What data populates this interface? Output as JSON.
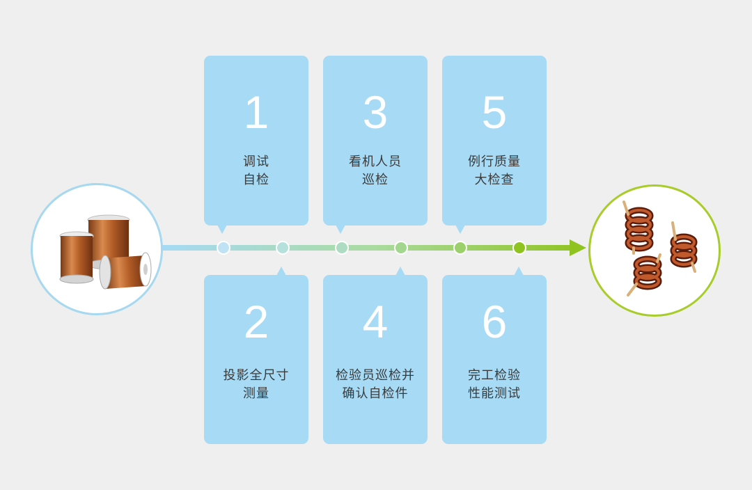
{
  "steps": [
    {
      "num": "1",
      "label": "调试\n自检"
    },
    {
      "num": "2",
      "label": "投影全尺寸\n测量"
    },
    {
      "num": "3",
      "label": "看机人员\n巡检"
    },
    {
      "num": "4",
      "label": "检验员巡检并\n确认自检件"
    },
    {
      "num": "5",
      "label": "例行质量\n大检查"
    },
    {
      "num": "6",
      "label": "完工检验\n性能测试"
    }
  ],
  "images": {
    "input": "copper-wire-spools-icon",
    "output": "air-core-coils-icon"
  },
  "colors": {
    "card": "#a6daf5",
    "line_start": "#a6daf5",
    "line_end": "#8fc31f",
    "text": "#3a3a3a"
  }
}
